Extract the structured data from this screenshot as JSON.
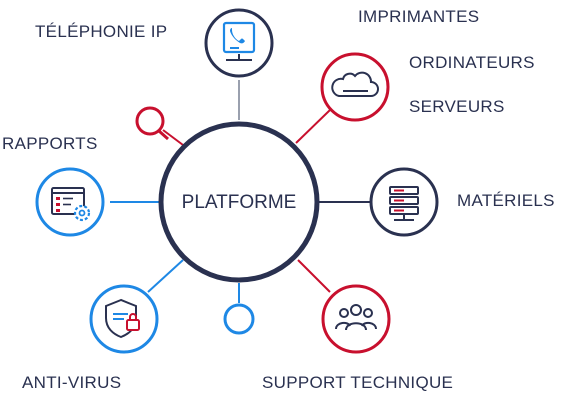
{
  "center": {
    "label": "PLATFORME"
  },
  "labels": {
    "telephonie": "TÉLÉPHONIE IP",
    "imprimantes": "IMPRIMANTES",
    "ordinateurs": "ORDINATEURS",
    "serveurs": "SERVEURS",
    "rapports": "RAPPORTS",
    "materiels": "MATÉRIELS",
    "antivirus": "ANTI-VIRUS",
    "support": "SUPPORT TECHNIQUE"
  },
  "colors": {
    "navy": "#2a3150",
    "red": "#c8102e",
    "blue": "#1e88e5"
  }
}
